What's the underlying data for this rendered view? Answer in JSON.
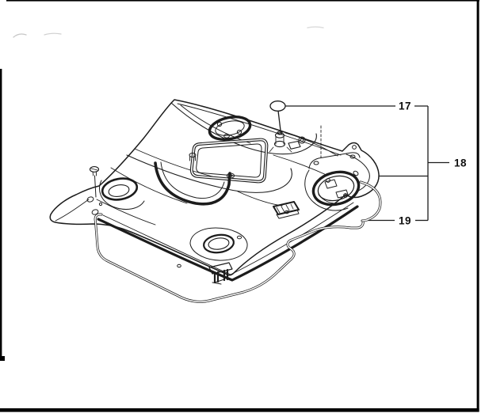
{
  "figure": {
    "type": "exploded-parts-diagram",
    "background": "#ffffff",
    "ink": "#1c1c1c",
    "border_color": "#000000",
    "callouts": [
      {
        "label": "17"
      },
      {
        "label": "18"
      },
      {
        "label": "19"
      }
    ]
  }
}
